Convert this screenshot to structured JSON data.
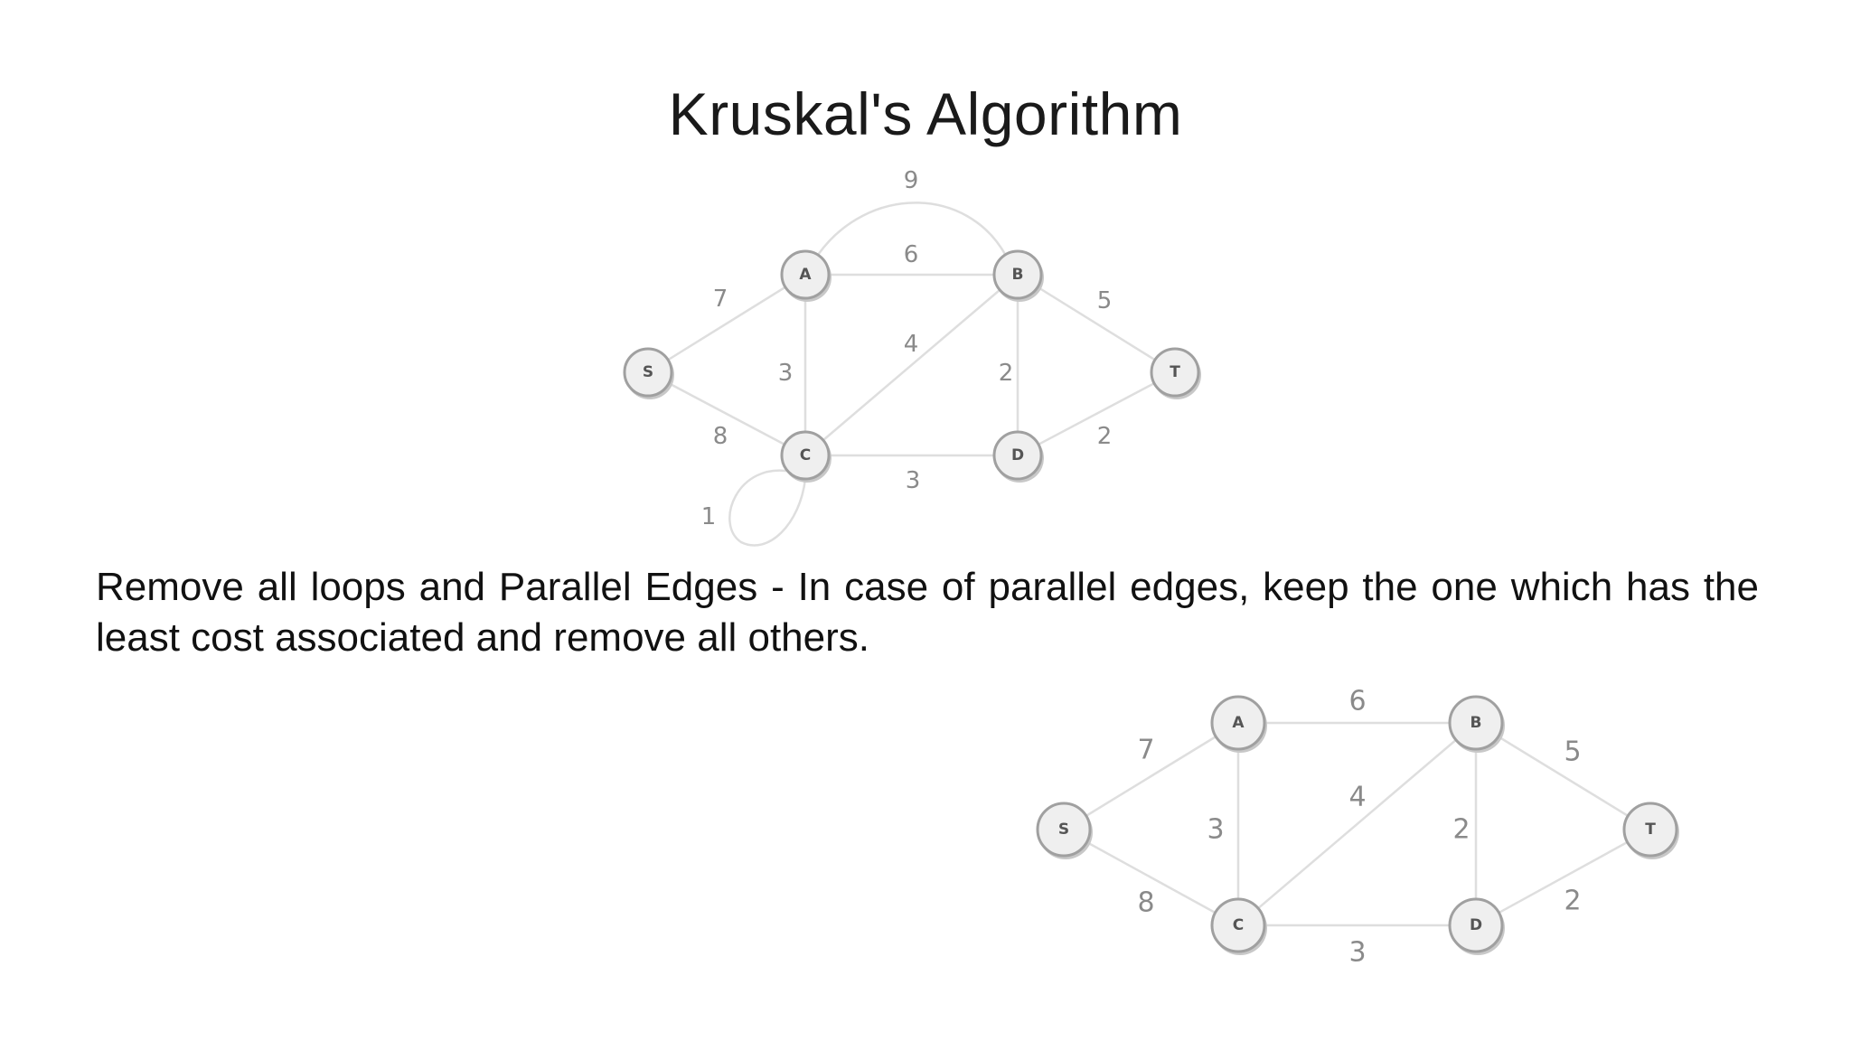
{
  "slide": {
    "title": "Kruskal's Algorithm",
    "body": "Remove all loops and Parallel Edges - In case of parallel edges, keep the one which has the least cost associated and remove all others."
  },
  "colors": {
    "background": "#ffffff",
    "text": "#111111",
    "edge": "#dedede",
    "node_fill": "#efefef",
    "node_stroke": "#a0a0a0",
    "weight_text": "#8a8a8a"
  },
  "graph_original": {
    "nodes": [
      "S",
      "A",
      "B",
      "C",
      "D",
      "T"
    ],
    "edges": [
      {
        "from": "S",
        "to": "A",
        "weight": "7"
      },
      {
        "from": "S",
        "to": "C",
        "weight": "8"
      },
      {
        "from": "A",
        "to": "B",
        "weight": "6"
      },
      {
        "from": "A",
        "to": "B",
        "weight": "9"
      },
      {
        "from": "A",
        "to": "C",
        "weight": "3"
      },
      {
        "from": "C",
        "to": "B",
        "weight": "4"
      },
      {
        "from": "B",
        "to": "D",
        "weight": "2"
      },
      {
        "from": "B",
        "to": "T",
        "weight": "5"
      },
      {
        "from": "C",
        "to": "D",
        "weight": "3"
      },
      {
        "from": "D",
        "to": "T",
        "weight": "2"
      },
      {
        "from": "C",
        "to": "C",
        "weight": "1"
      }
    ]
  },
  "graph_reduced": {
    "nodes": [
      "S",
      "A",
      "B",
      "C",
      "D",
      "T"
    ],
    "edges": [
      {
        "from": "S",
        "to": "A",
        "weight": "7"
      },
      {
        "from": "S",
        "to": "C",
        "weight": "8"
      },
      {
        "from": "A",
        "to": "B",
        "weight": "6"
      },
      {
        "from": "A",
        "to": "C",
        "weight": "3"
      },
      {
        "from": "C",
        "to": "B",
        "weight": "4"
      },
      {
        "from": "B",
        "to": "D",
        "weight": "2"
      },
      {
        "from": "B",
        "to": "T",
        "weight": "5"
      },
      {
        "from": "C",
        "to": "D",
        "weight": "3"
      },
      {
        "from": "D",
        "to": "T",
        "weight": "2"
      }
    ]
  }
}
